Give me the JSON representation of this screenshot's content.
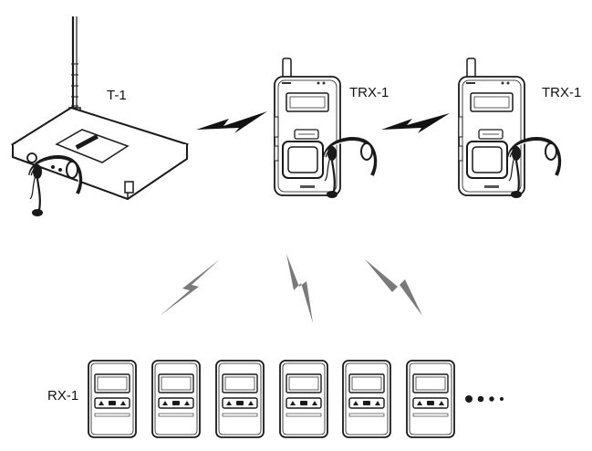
{
  "labels": {
    "transmitter": "T-1",
    "transceiver_1": "TRX-1",
    "transceiver_2": "TRX-1",
    "receivers": "RX-1"
  },
  "devices": {
    "transmitter_count": 1,
    "transceiver_count": 2,
    "receiver_count": 6
  },
  "icons": {
    "link": "lightning-bolt-icon",
    "headset": "headset-icon",
    "more": "ellipsis-icon"
  },
  "colors": {
    "outline": "#1a1a1a",
    "bolt_fill": "#7a7a7a",
    "bolt_black": "#111111",
    "background": "#ffffff"
  }
}
